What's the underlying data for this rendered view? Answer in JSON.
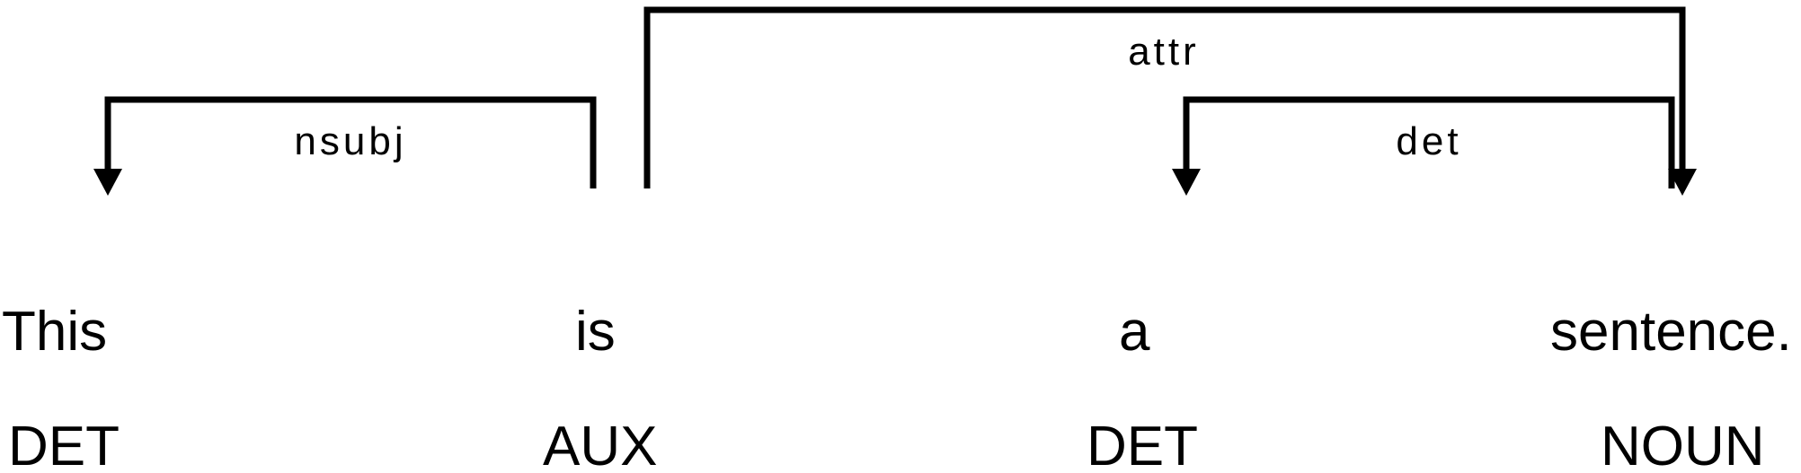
{
  "tokens": [
    {
      "text": "This",
      "tag": "DET"
    },
    {
      "text": "is",
      "tag": "AUX"
    },
    {
      "text": "a",
      "tag": "DET"
    },
    {
      "text": "sentence.",
      "tag": "NOUN"
    }
  ],
  "arcs": [
    {
      "label": "nsubj",
      "head": 1,
      "dependent": 0
    },
    {
      "label": "attr",
      "head": 1,
      "dependent": 3
    },
    {
      "label": "det",
      "head": 3,
      "dependent": 2
    }
  ]
}
